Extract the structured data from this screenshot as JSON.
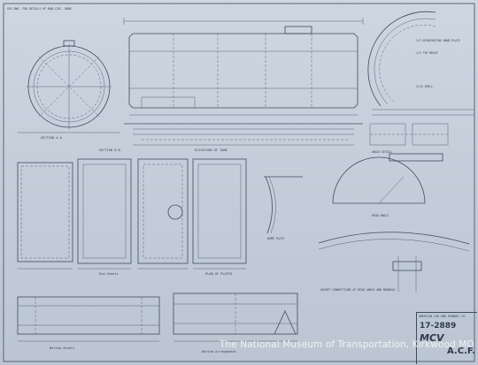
{
  "sheet": {
    "corner_note": "SEE DWG. FOR DETAILS OF NON-CIRC. DOME",
    "title_block": {
      "company": "AMERICAN CAR AND FOUNDRY CO.",
      "drawing_number": "17-2889",
      "car_title": "MCV",
      "maker_mark": "A.C.F."
    },
    "notes": [
      {
        "id": "section-a",
        "text": "SECTION A-A"
      },
      {
        "id": "body-section",
        "text": "SECTION B-B"
      },
      {
        "id": "elev-note",
        "text": "ELEVATION OF TANK"
      },
      {
        "id": "gasket-note",
        "text": "GASKET CONNECTIONS AT HEAD ANGLE AND MANHOLE"
      },
      {
        "id": "end-note-1",
        "text": "1/2 REINFORCING BAND PLATE"
      },
      {
        "id": "end-note-2",
        "text": "1/2 TOP BRACE"
      },
      {
        "id": "end-note-3",
        "text": "3/16 SHELL"
      },
      {
        "id": "plan-note",
        "text": "PLAN OF PLATES"
      },
      {
        "id": "dome-note",
        "text": "DOME PLATE"
      },
      {
        "id": "head-note",
        "text": "HEAD ANGLE"
      },
      {
        "id": "angle-note",
        "text": "ANGLE DETAIL"
      },
      {
        "id": "bottom-left",
        "text": "Bottom Sheets"
      },
      {
        "id": "bottom-mid",
        "text": "Bottom Arrangement"
      },
      {
        "id": "bottom-right",
        "text": "End Sheets"
      }
    ]
  },
  "watermark": "The National Museum of Transportation, Kirkwood MO"
}
